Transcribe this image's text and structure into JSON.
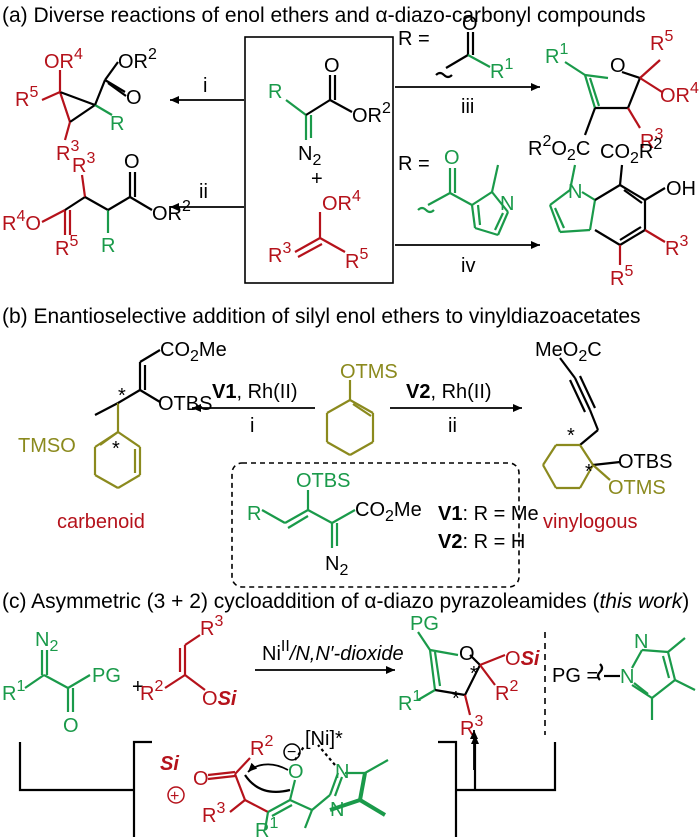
{
  "colors": {
    "black": "#000000",
    "red": "#b5121b",
    "green": "#1a9a4a",
    "olive": "#8b8a1e"
  },
  "headings": {
    "a": "(a) Diverse reactions of enol ethers and α-diazo-carbonyl compounds",
    "b": "(b) Enantioselective addition of silyl enol ethers to vinyldiazoacetates",
    "c_main": "(c) Asymmetric (3 + 2) cycloaddition of α-diazo pyrazoleamides (",
    "c_italic": "this work",
    "c_end": ")"
  },
  "section_a": {
    "plus": "+",
    "arrow_i": "i",
    "arrow_ii": "ii",
    "arrow_iii": "iii",
    "arrow_iv": "iv",
    "r_eq": "R =",
    "diazo_R": "R",
    "diazo_N2": "N",
    "diazo_N2_sub": "2",
    "diazo_OR2": "OR",
    "diazo_OR2_sup": "2",
    "enol_OR4": "OR",
    "enol_OR4_sup": "4",
    "enol_R3": "R",
    "enol_R3_sup": "3",
    "enol_R5": "R",
    "enol_R5_sup": "5",
    "cp_OR4": "OR",
    "cp_OR4_sup": "4",
    "cp_R5": "R",
    "cp_R5_sup": "5",
    "cp_OR2": "OR",
    "cp_OR2_sup": "2",
    "cp_R3": "R",
    "cp_R3_sup": "3",
    "cp_R": "R",
    "ac_R1": "R",
    "ac_R1_sup": "1",
    "df_R1": "R",
    "df_R1_sup": "1",
    "df_O": "O",
    "df_R5": "R",
    "df_R5_sup": "5",
    "df_OR4": "OR",
    "df_OR4_sup": "4",
    "df_R3": "R",
    "df_R3_sup": "3",
    "df_CO2": "R",
    "df_CO2_sup": "2",
    "df_CO2_tail": "O",
    "df_CO2_sub": "2",
    "df_CO2_end": "C",
    "ch_R4O": "R",
    "ch_R4O_sup": "4",
    "ch_R4O_end": "O",
    "ch_R3": "R",
    "ch_R3_sup": "3",
    "ch_R5": "R",
    "ch_R5_sup": "5",
    "ch_R": "R",
    "ch_OR2": "OR",
    "ch_OR2_sup": "2",
    "ind_CO2R2": "CO",
    "ind_CO2R2_sub": "2",
    "ind_CO2R2_end": "R",
    "ind_CO2R2_sup": "2",
    "ind_N": "N",
    "ind_OH": "OH",
    "ind_R3": "R",
    "ind_R3_sup": "3",
    "ind_R5": "R",
    "ind_R5_sup": "5",
    "pyr_N": "N"
  },
  "section_b": {
    "left_CO2Me": "CO",
    "left_CO2Me_sub": "2",
    "left_CO2Me_end": "Me",
    "left_OTBS": "OTBS",
    "left_TMSO": "TMSO",
    "star": "*",
    "carbenoid": "carbenoid",
    "center_OTMS": "OTMS",
    "v1_label": "V1",
    "v1_rest": ", Rh(II)",
    "v2_label": "V2",
    "v2_rest": ", Rh(II)",
    "arrow_i": "i",
    "arrow_ii": "ii",
    "box_OTBS": "OTBS",
    "box_R": "R",
    "box_CO2Me": "CO",
    "box_CO2Me_sub": "2",
    "box_CO2Me_end": "Me",
    "box_N2": "N",
    "box_N2_sub": "2",
    "v1_def_bold": "V1",
    "v1_def": ": R = Me",
    "v2_def_bold": "V2",
    "v2_def": ": R = H",
    "right_MeO2C": "MeO",
    "right_MeO2C_sub": "2",
    "right_MeO2C_end": "C",
    "right_OTBS": "OTBS",
    "right_OTMS": "OTMS",
    "vinylogous": "vinylogous"
  },
  "section_c": {
    "s_N2": "N",
    "s_N2_sub": "2",
    "s_PG": "PG",
    "s_R1": "R",
    "s_R1_sup": "1",
    "s_O": "O",
    "plus": "+",
    "e_R3": "R",
    "e_R3_sup": "3",
    "e_R2": "R",
    "e_R2_sup": "2",
    "e_O": "O",
    "e_Si": "Si",
    "cat_pre": "Ni",
    "cat_sup": "II",
    "cat_post": "/N,N′-dioxide",
    "p_PG": "PG",
    "p_O": "O",
    "p_OSi_O": "O",
    "p_OSi_Si": "Si",
    "p_R2": "R",
    "p_R2_sup": "2",
    "p_R1": "R",
    "p_R1_sup": "1",
    "p_R3": "R",
    "p_R3_sup": "3",
    "star": "*",
    "pg_def": "PG =",
    "pg_N1": "N",
    "pg_N2": "N",
    "ts_Si": "Si",
    "ts_O": "O",
    "ts_plus": "+",
    "ts_R2": "R",
    "ts_R2_sup": "2",
    "ts_R3": "R",
    "ts_R3_sup": "3",
    "ts_R1": "R",
    "ts_R1_sup": "1",
    "ts_Ominus_O": "O",
    "ts_minus": "−",
    "ts_Ni": "[Ni]*",
    "ts_N1": "N",
    "ts_N2": "N"
  }
}
